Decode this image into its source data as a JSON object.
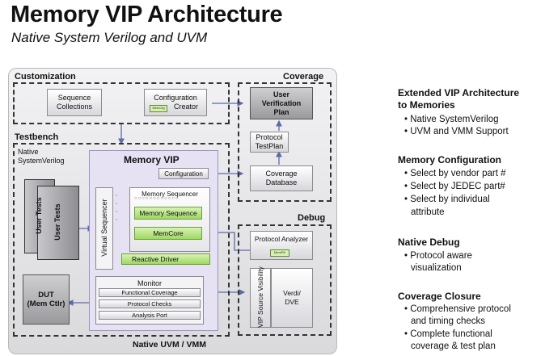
{
  "title": "Memory VIP Architecture",
  "subtitle": "Native System Verilog and UVM",
  "diagram": {
    "customization": {
      "label": "Customization",
      "sequence_collections": "Sequence Collections",
      "configuration_creator": [
        "Configuration",
        "Creator"
      ],
      "config_chip": "MemCfg"
    },
    "coverage": {
      "label": "Coverage",
      "user_verification_plan": "User Verification Plan",
      "protocol_testplan": "Protocol TestPlan",
      "coverage_database": "Coverage Database"
    },
    "testbench": {
      "label": "Testbench",
      "native_sv": [
        "Native",
        "SystemVerilog"
      ],
      "user_tests": "User Tests",
      "dut": "DUT",
      "dut_sub": "(Mem Ctlr)",
      "footer": "Native UVM / VMM"
    },
    "memory_vip": {
      "label": "Memory VIP",
      "configuration": "Configuration",
      "virtual_sequencer": "Virtual Sequencer",
      "memory_sequencer": "Memory Sequencer",
      "memory_sequence": "Memory Sequence",
      "memcore": "MemCore",
      "reactive_driver": "Reactive Driver",
      "monitor": "Monitor",
      "functional_coverage": "Functional Coverage",
      "protocol_checks": "Protocol Checks",
      "analysis_port": "Analysis Port"
    },
    "debug": {
      "label": "Debug",
      "protocol_analyzer": "Protocol Analyzer",
      "pa_chip": "MemPA",
      "vip_source_visibility": "VIP Source Visibility",
      "verdi": [
        "Verdi/",
        "DVE"
      ]
    }
  },
  "sidebar": [
    {
      "heading": [
        "Extended VIP Architecture",
        "to Memories"
      ],
      "bullets": [
        "• Native SystemVerilog",
        "• UVM and VMM Support"
      ]
    },
    {
      "heading": [
        "Memory Configuration"
      ],
      "bullets": [
        "• Select by vendor part #",
        "• Select by JEDEC part#",
        "• Select by individual",
        "attribute"
      ]
    },
    {
      "heading": [
        "Native Debug"
      ],
      "bullets": [
        "• Protocol aware",
        "visualization"
      ]
    },
    {
      "heading": [
        "Coverage Closure"
      ],
      "bullets": [
        "• Comprehensive protocol",
        "and timing checks",
        "• Complete functional",
        "coverage & test plan"
      ]
    }
  ]
}
